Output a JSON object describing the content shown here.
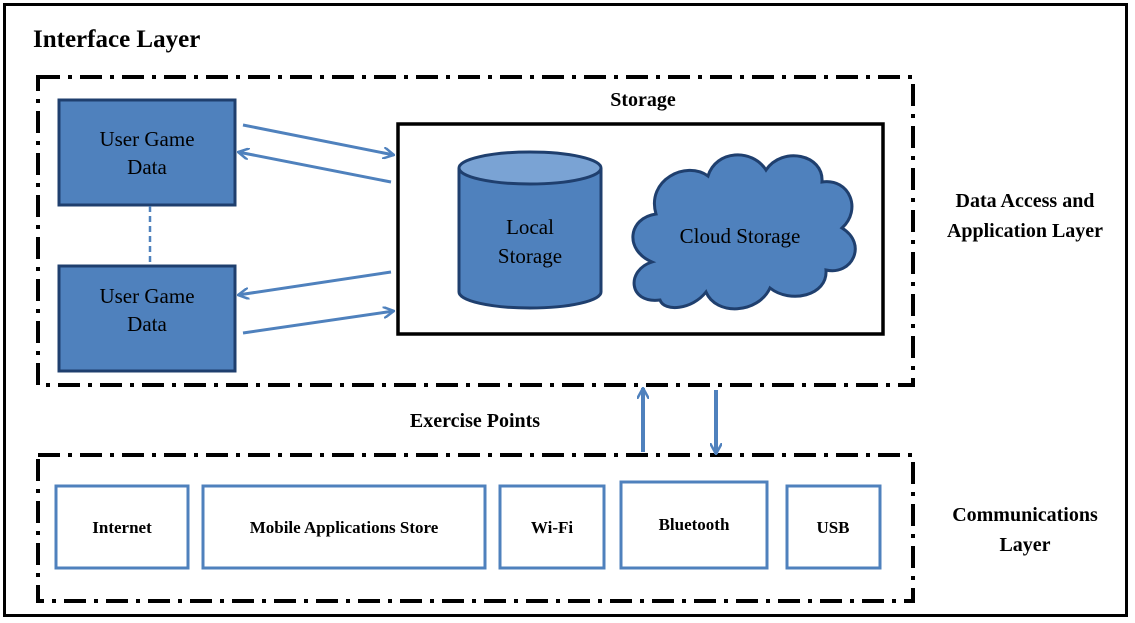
{
  "title": "Interface Layer",
  "data_layer": {
    "label": "Data Access and Application Layer",
    "storage_label": "Storage",
    "user_game_data": [
      "User Game Data",
      "User Game Data"
    ],
    "local_storage": "Local Storage",
    "cloud_storage": "Cloud Storage"
  },
  "exercise_points_label": "Exercise Points",
  "communications_layer": {
    "label": "Communications Layer",
    "items": [
      "Internet",
      "Mobile Applications Store",
      "Wi-Fi",
      "Bluetooth",
      "USB"
    ]
  },
  "colors": {
    "box_fill": "#4f81bd",
    "box_stroke": "#1f3f6e",
    "arrow": "#4f81bd",
    "item_border": "#4f81bd"
  }
}
